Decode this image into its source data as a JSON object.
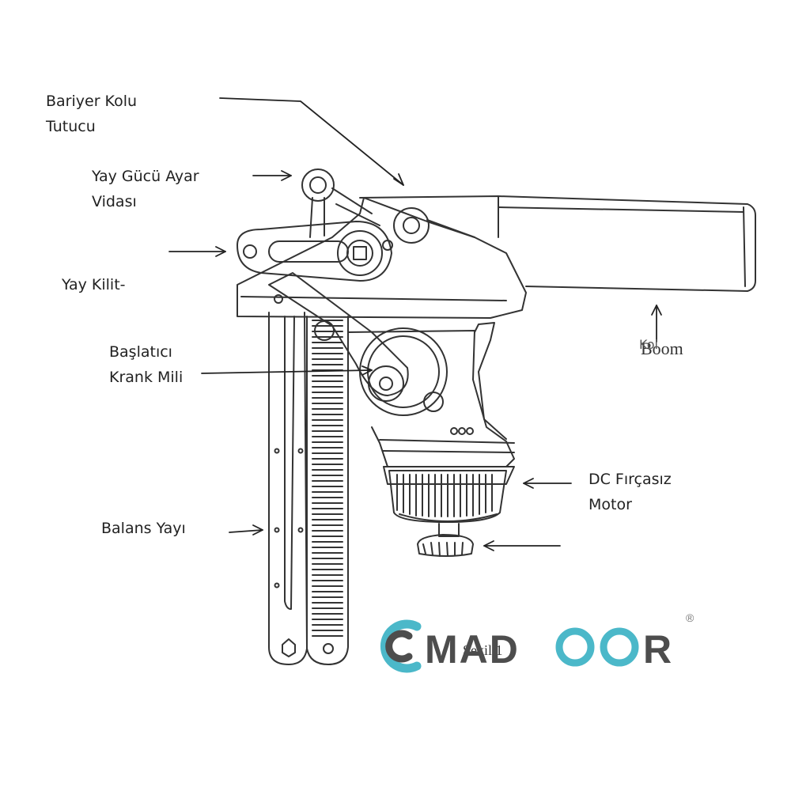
{
  "labels": {
    "arm_holder": [
      "Bariyer Kolu",
      "Tutucu"
    ],
    "spring_screw": [
      "Yay Gücü Ayar",
      "Vidası"
    ],
    "spring_lock": "Yay Kilit-",
    "starter": [
      "Başlatıcı",
      "Krank Mili"
    ],
    "balance_spring": "Balans Yayı",
    "motor": [
      "DC Fırçasız",
      "Motor"
    ],
    "boom_tr": "Kol",
    "boom_en": "Boom",
    "figure_caption": "Şekil 1"
  },
  "brand": {
    "logo_text": "COMADOOR",
    "registered_mark": "®",
    "accent_color": "#4bb8c9",
    "text_color": "#4d4d4d"
  }
}
